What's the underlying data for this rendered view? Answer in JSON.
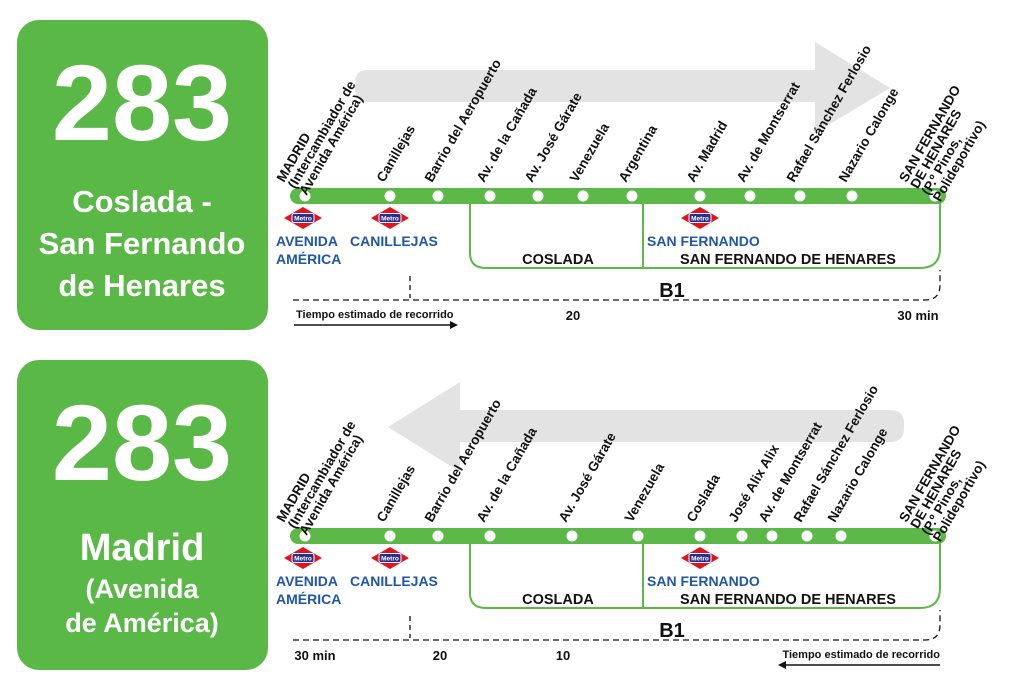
{
  "colors": {
    "green": "#5ab847",
    "line": "#5cb947",
    "blue": "#1f56a8",
    "metro_red": "#e3131b",
    "arrow": "#e3e3e3"
  },
  "routes": [
    {
      "number": "283",
      "destination": [
        "Coslada -",
        "San Fernando",
        "de Henares"
      ],
      "direction": "right",
      "stops": [
        {
          "lines": [
            "MADRID",
            "(Intercambiador de",
            "Avenida América)"
          ]
        },
        {
          "lines": [
            "Canillejas"
          ]
        },
        {
          "lines": [
            "Barrio del Aeropuerto"
          ]
        },
        {
          "lines": [
            "Av. de la Cañada"
          ]
        },
        {
          "lines": [
            "Av. José Gárate"
          ]
        },
        {
          "lines": [
            "Venezuela"
          ]
        },
        {
          "lines": [
            "Argentina"
          ]
        },
        {
          "lines": [
            "Av. Madrid"
          ]
        },
        {
          "lines": [
            "Av. de Montserrat"
          ]
        },
        {
          "lines": [
            "Rafael Sánchez Ferlosio"
          ]
        },
        {
          "lines": [
            "Nazario Calonge"
          ]
        },
        {
          "lines": [
            "SAN FERNANDO",
            "DE HENARES",
            "(P.º Pinos,",
            "Polideportivo)"
          ]
        }
      ],
      "metro": [
        {
          "lines": [
            "AVENIDA",
            "AMÉRICA"
          ]
        },
        {
          "lines": [
            "CANILLEJAS"
          ]
        },
        {
          "lines": [
            "SAN FERNANDO"
          ]
        }
      ],
      "metro_logo": "Metro",
      "areas": [
        "COSLADA",
        "SAN FERNANDO DE HENARES"
      ],
      "zone": "B1",
      "legend": "Tiempo estimado de recorrido",
      "times": [
        "20",
        "30 min"
      ]
    },
    {
      "number": "283",
      "destination": [
        "Madrid",
        "(Avenida",
        "de América)"
      ],
      "direction": "left",
      "stops": [
        {
          "lines": [
            "MADRID",
            "(Intercambiador de",
            "Avenida América)"
          ]
        },
        {
          "lines": [
            "Canillejas"
          ]
        },
        {
          "lines": [
            "Barrio del Aeropuerto"
          ]
        },
        {
          "lines": [
            "Av. de la Cañada"
          ]
        },
        {
          "lines": [
            "Av. José Gárate"
          ]
        },
        {
          "lines": [
            "Venezuela"
          ]
        },
        {
          "lines": [
            "Coslada"
          ]
        },
        {
          "lines": [
            "José Alix Alix"
          ]
        },
        {
          "lines": [
            "Av. de Montserrat"
          ]
        },
        {
          "lines": [
            "Rafael Sánchez Ferlosio"
          ]
        },
        {
          "lines": [
            "Nazario Calonge"
          ]
        },
        {
          "lines": [
            "SAN FERNANDO",
            "DE HENARES",
            "(P.º Pinos,",
            "Polideportivo)"
          ]
        }
      ],
      "metro": [
        {
          "lines": [
            "AVENIDA",
            "AMÉRICA"
          ]
        },
        {
          "lines": [
            "CANILLEJAS"
          ]
        },
        {
          "lines": [
            "SAN FERNANDO"
          ]
        }
      ],
      "metro_logo": "Metro",
      "areas": [
        "COSLADA",
        "SAN FERNANDO DE HENARES"
      ],
      "zone": "B1",
      "legend": "Tiempo estimado de recorrido",
      "times": [
        "30 min",
        "20",
        "10"
      ]
    }
  ]
}
